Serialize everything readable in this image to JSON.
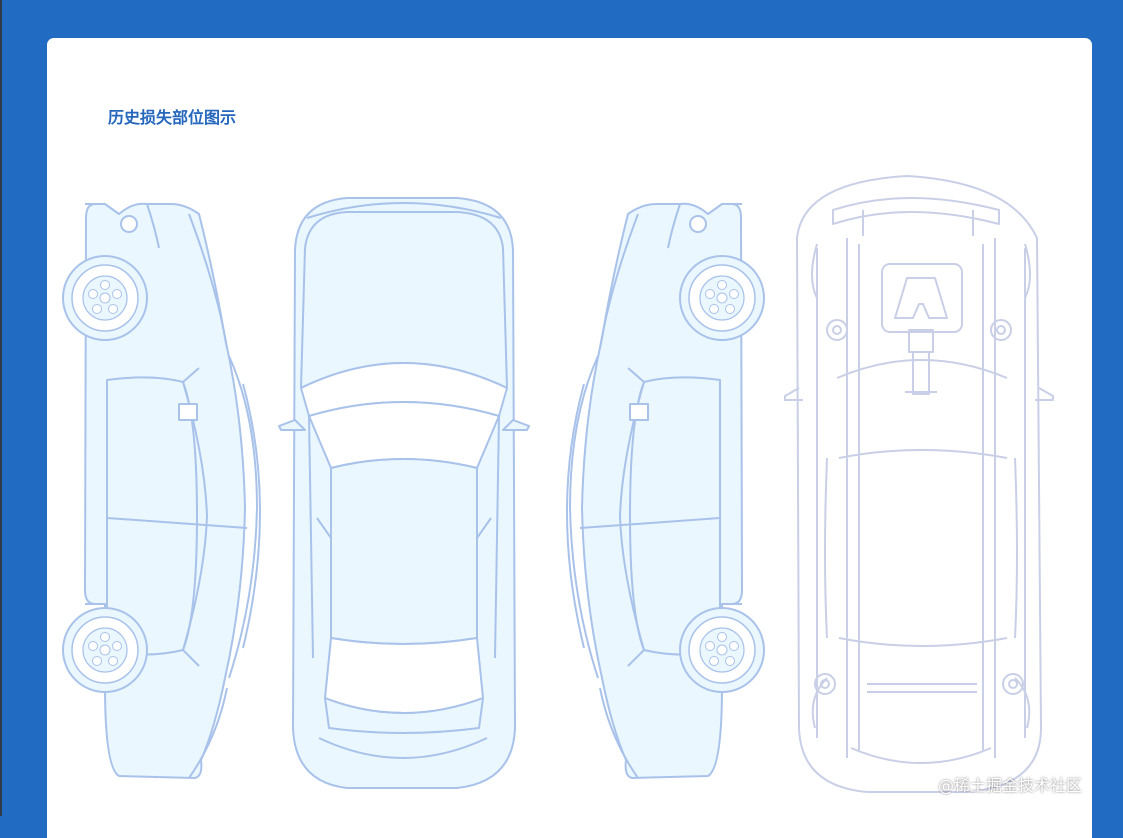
{
  "page": {
    "title": "历史损失部位图示",
    "watermark": "@稀土掘金技术社区"
  },
  "diagram": {
    "views": [
      "side-left",
      "top",
      "side-right",
      "underside"
    ],
    "colors": {
      "outline": "#a9c2ea",
      "fill": "#eaf7ff",
      "underside_outline": "#c9cfe6",
      "accent": "#216bc2",
      "title": "#2567bd"
    }
  }
}
